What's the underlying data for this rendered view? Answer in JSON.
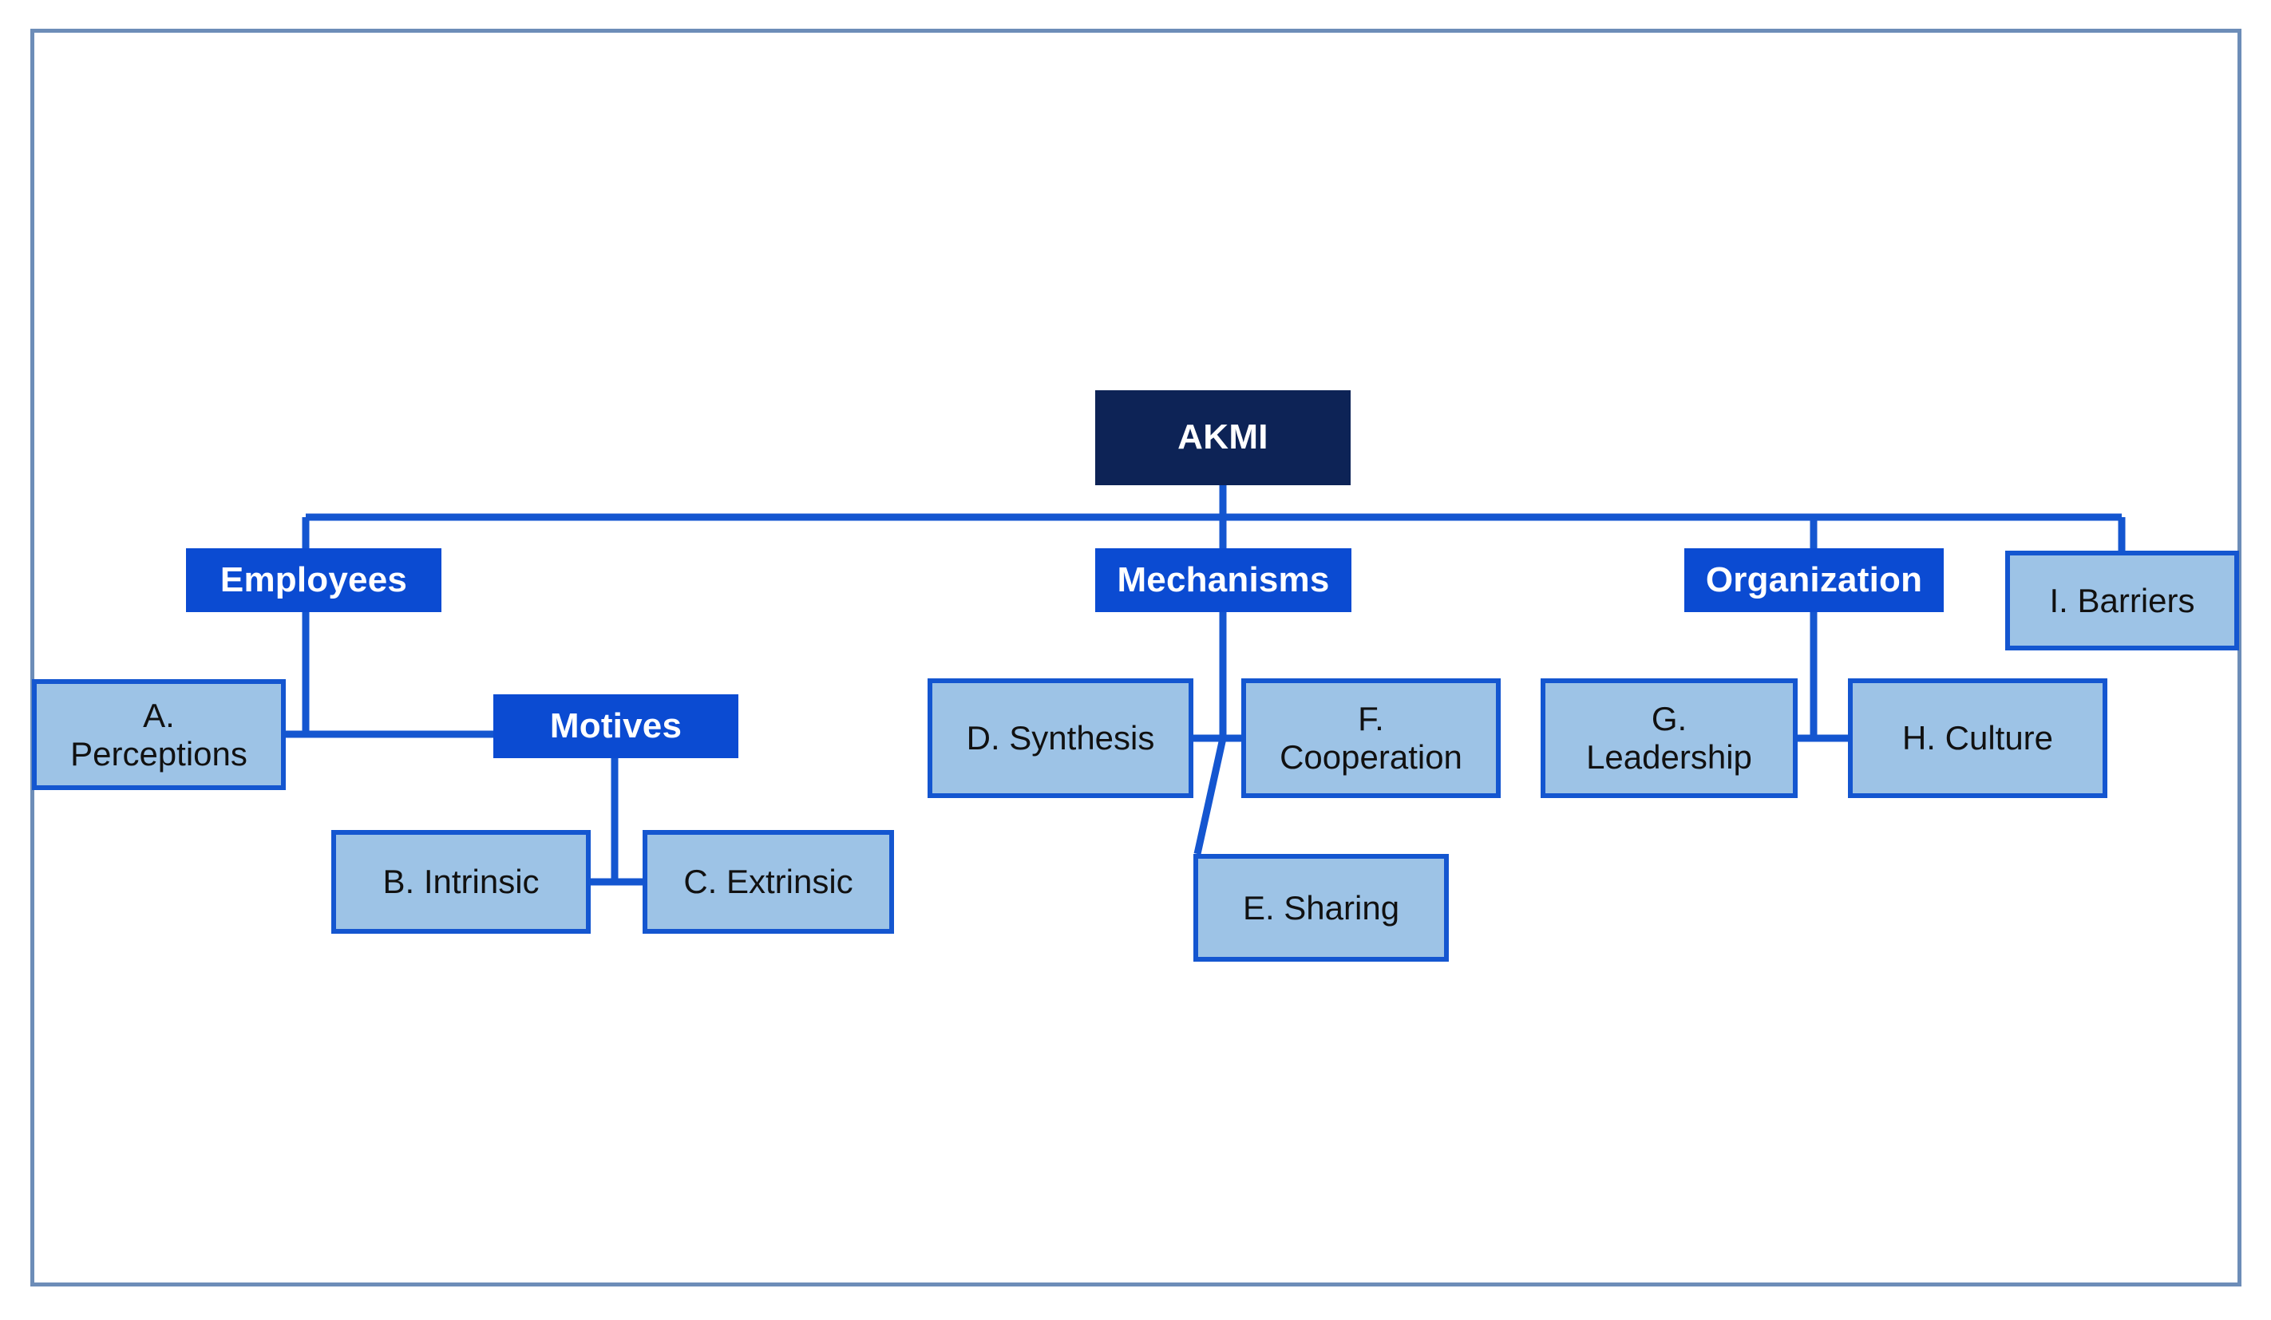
{
  "diagram": {
    "title": "AKMI",
    "type": "organizational-hierarchy-tree",
    "root": {
      "id": "akmi",
      "label": "AKMI",
      "level": "root"
    },
    "branches": [
      {
        "id": "employees",
        "label": "Employees",
        "level": "branch"
      },
      {
        "id": "motives",
        "label": "Motives",
        "level": "branch"
      },
      {
        "id": "mechanisms",
        "label": "Mechanisms",
        "level": "branch"
      },
      {
        "id": "organization",
        "label": "Organization",
        "level": "branch"
      }
    ],
    "leaves": [
      {
        "id": "a",
        "letter": "A.",
        "label": "A.\nPerceptions",
        "name": "Perceptions",
        "parent": "employees"
      },
      {
        "id": "b",
        "letter": "B.",
        "label": "B. Intrinsic",
        "name": "Intrinsic",
        "parent": "motives"
      },
      {
        "id": "c",
        "letter": "C.",
        "label": "C. Extrinsic",
        "name": "Extrinsic",
        "parent": "motives"
      },
      {
        "id": "d",
        "letter": "D.",
        "label": "D. Synthesis",
        "name": "Synthesis",
        "parent": "mechanisms"
      },
      {
        "id": "e",
        "letter": "E.",
        "label": "E. Sharing",
        "name": "Sharing",
        "parent": "mechanisms"
      },
      {
        "id": "f",
        "letter": "F.",
        "label": "F.\nCooperation",
        "name": "Cooperation",
        "parent": "mechanisms"
      },
      {
        "id": "g",
        "letter": "G.",
        "label": "G.\nLeadership",
        "name": "Leadership",
        "parent": "organization"
      },
      {
        "id": "h",
        "letter": "H.",
        "label": "H. Culture",
        "name": "Culture",
        "parent": "organization"
      },
      {
        "id": "i",
        "letter": "I.",
        "label": "I. Barriers",
        "name": "Barriers",
        "parent": "akmi"
      }
    ],
    "colors": {
      "root_fill": "#0d2356",
      "branch_fill": "#0b4bd2",
      "leaf_fill": "#9dc3e6",
      "leaf_border": "#1456d0",
      "connector": "#1456d0",
      "frame_border": "#6d8db8",
      "text_light": "#ffffff",
      "text_dark": "#111111",
      "background": "#ffffff"
    }
  }
}
